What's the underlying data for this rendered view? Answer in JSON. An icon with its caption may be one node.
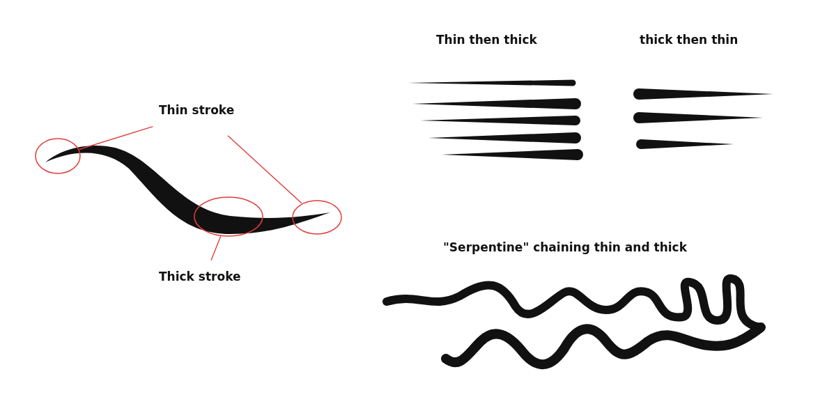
{
  "diagram": {
    "nodes": [
      {
        "text": [
          "Thin stroke"
        ]
      },
      {
        "text": [],
        "shape": "circle"
      },
      {
        "text": [],
        "shape": "circle"
      },
      {
        "text": [],
        "shape": "circle"
      },
      {
        "text": [
          "Thick stroke"
        ]
      }
    ],
    "edges": [
      {
        "from": 0,
        "to": 1,
        "arrow": "none"
      },
      {
        "from": 0,
        "to": 3,
        "arrow": "none"
      },
      {
        "from": 4,
        "to": 2,
        "arrow": "none"
      }
    ],
    "labels": [
      "Thin then thick",
      "thick then thin",
      "\"Serpentine\" chaining thin and thick"
    ]
  }
}
